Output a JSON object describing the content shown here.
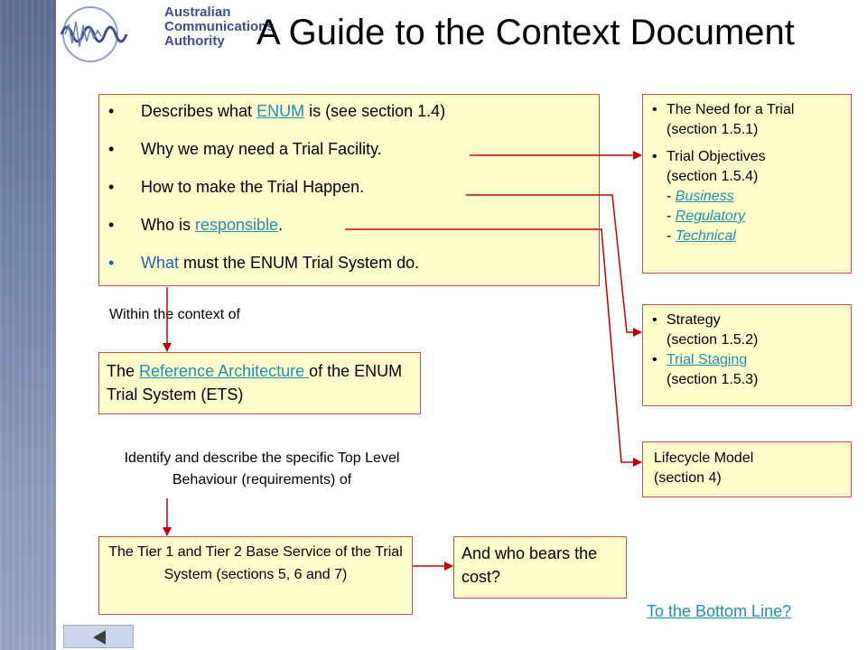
{
  "header": {
    "title": "A Guide to the Context Document",
    "logo_lines": [
      "Australian",
      "Communications",
      "Authority"
    ]
  },
  "main_box": {
    "items": [
      {
        "before": "Describes what ",
        "link": "ENUM",
        "after": " is (see section 1.4)"
      },
      {
        "before": "Why we may need a Trial Facility.",
        "link": "",
        "after": ""
      },
      {
        "before": "How to make the Trial Happen.",
        "link": "",
        "after": ""
      },
      {
        "before": "Who is ",
        "link": "responsible",
        "after": "."
      },
      {
        "before": "What",
        "after": " must the ENUM Trial System do."
      }
    ]
  },
  "within_label": "Within the context of",
  "ref_box": {
    "before": "The ",
    "link": "Reference Architecture ",
    "after": "of the ENUM Trial System (ETS)"
  },
  "identify_label": "Identify and describe the specific Top Level Behaviour (requirements) of",
  "tier_box": "The Tier 1 and Tier 2 Base Service of the Trial System (sections 5, 6 and 7)",
  "cost_box": "And who bears the cost?",
  "need_box": {
    "item1_line1": "The Need for a Trial",
    "item1_line2": "(section 1.5.1)",
    "item2_line1": "Trial Objectives",
    "item2_line2": "(section 1.5.4)",
    "sub": [
      {
        "prefix": "- ",
        "link": "Business"
      },
      {
        "prefix": "- ",
        "link": "Regulatory"
      },
      {
        "prefix": "- ",
        "link": "Technical"
      }
    ]
  },
  "strategy_box": {
    "item1_line1": "Strategy",
    "item1_line2": "(section 1.5.2)",
    "item2_link": "Trial Staging",
    "item2_line2": "(section 1.5.3)"
  },
  "lifecycle_box": {
    "line1": "Lifecycle Model",
    "line2": "(section 4)"
  },
  "bottom_link": "To the Bottom Line?",
  "colors": {
    "box_fill": "#ffffcc",
    "box_border": "#c0504d",
    "connector": "#c00000",
    "link": "#1f8fb0"
  }
}
